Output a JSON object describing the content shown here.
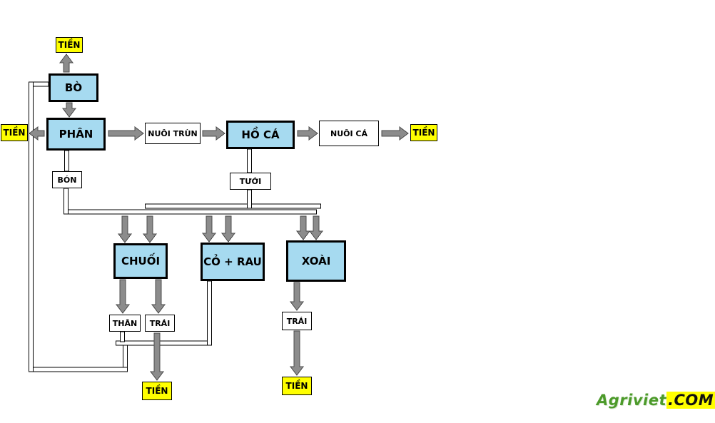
{
  "nodes": {
    "tien_top": "TIỀN",
    "bo": "BÒ",
    "phan": "PHÂN",
    "tien_left": "TIỀN",
    "nuoi_trun": "NUÔI TRÙN",
    "ho_ca": "HỒ CÁ",
    "nuoi_ca": "NUÔI CÁ",
    "tien_right": "TIỀN",
    "bon": "BÓN",
    "tuoi": "TƯỚI",
    "chuoi": "CHUỐI",
    "co_rau": "CỎ + RAU",
    "xoai": "XOÀI",
    "than": "THÂN",
    "trai_chuoi": "TRÁI",
    "tien_chuoi": "TIỀN",
    "trai_xoai": "TRÁI",
    "tien_xoai": "TIỀN"
  },
  "watermark": {
    "brand": "Agriviet",
    "suffix": ".COM"
  },
  "colors": {
    "node_fill": "#A6DAF0",
    "money_fill": "#FFFF00",
    "arrow_fill": "#8C8C8C",
    "brand_green": "#4C9A2A"
  }
}
